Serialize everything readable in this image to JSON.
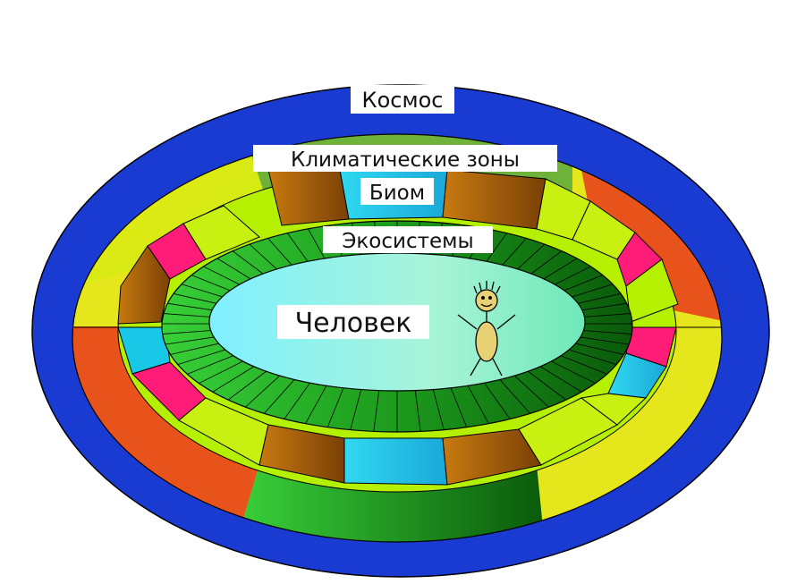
{
  "labels": {
    "space": "Космос",
    "climate_zones": "Климатические зоны",
    "biome": "Биом",
    "ecosystems": "Экосистемы",
    "human": "Человек"
  },
  "colors": {
    "space": "#1a3bd1",
    "climate_top": "#6eb23a",
    "yellow": "#e6e61c",
    "orange_red": "#e8531c",
    "lime": "#b4f000",
    "magenta": "#ff1c78",
    "brown": "#9a5a08",
    "cyan": "#18c8e6",
    "bottom_green": "#30b030",
    "eco_light": "#2ec02e",
    "eco_dark": "#0c6a0c",
    "human_light": "#b8f4e8",
    "human_figure": "#e8d074"
  }
}
